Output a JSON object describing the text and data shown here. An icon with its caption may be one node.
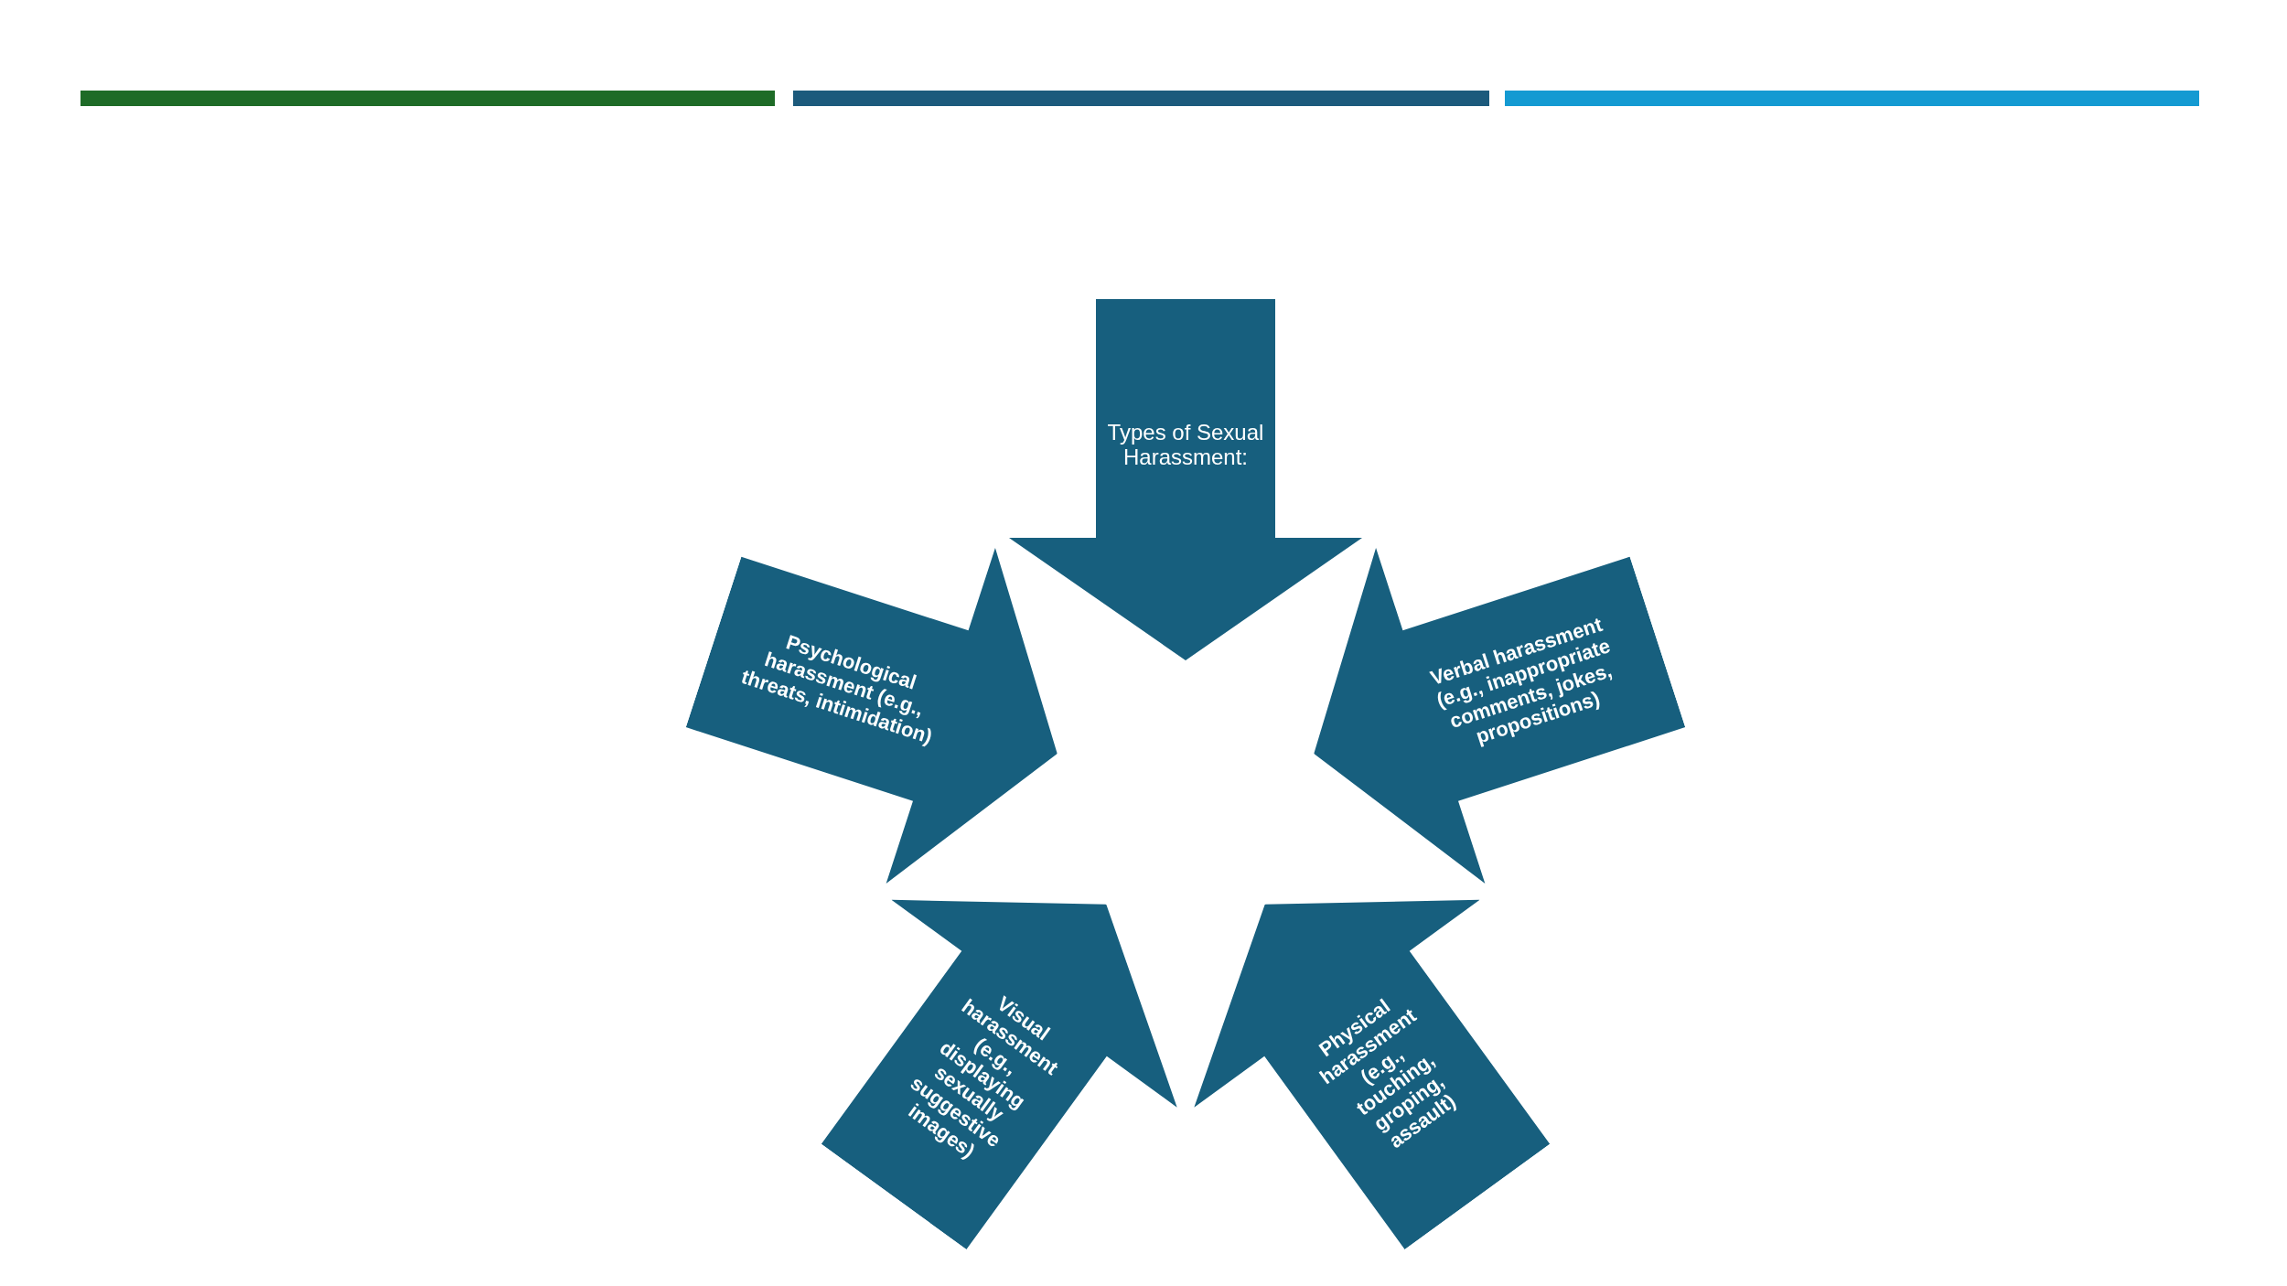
{
  "diagram": {
    "nodes": [
      {
        "text": [
          "Types of Sexual Harassment:"
        ]
      },
      {
        "text": [
          "Psychological harassment (e.g., threats, intimidation)"
        ]
      },
      {
        "text": [
          "Verbal harassment (e.g., inappropriate comments, jokes, propositions)"
        ]
      },
      {
        "text": [
          "Visual harassment (e.g., displaying sexually suggestive images)"
        ]
      },
      {
        "text": [
          "Physical harassment (e.g., touching, groping, assault)"
        ]
      }
    ]
  }
}
